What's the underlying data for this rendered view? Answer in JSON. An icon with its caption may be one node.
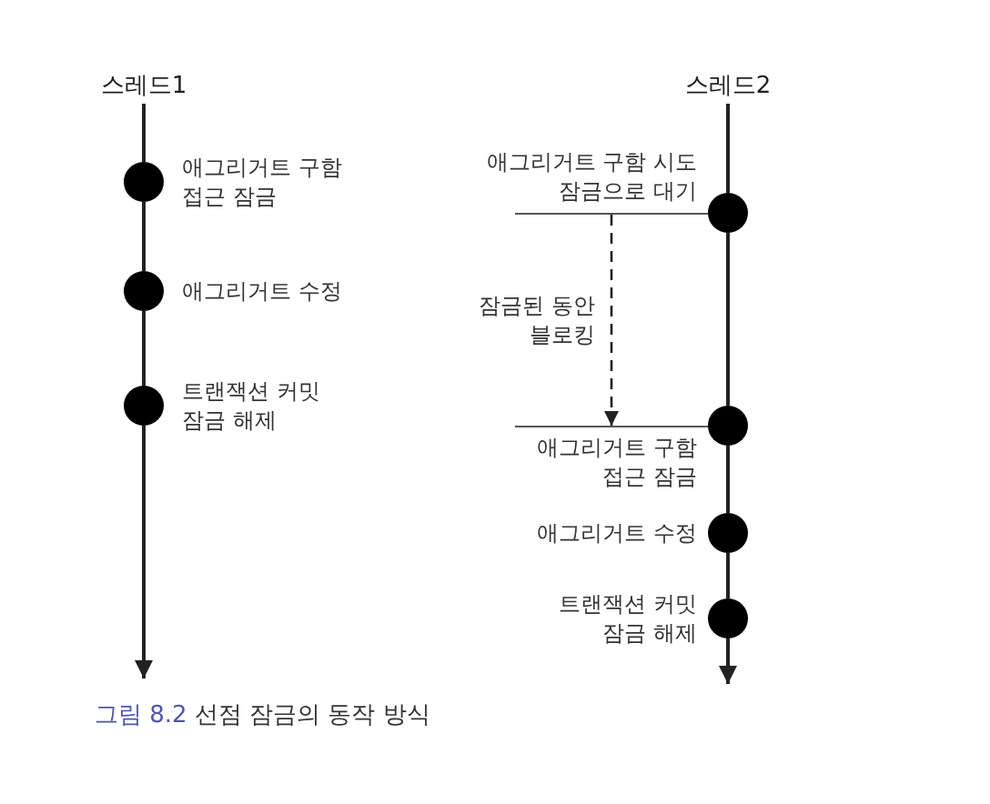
{
  "diagram": {
    "caption": "**그림 8.2** 선점 잠금의 동작 방식",
    "nodes": [
      {
        "text": [
          "스레드1"
        ]
      },
      {
        "text": [],
        "shape": "circle",
        "beside": [
          "애그리거트 구함 접근 잠금"
        ]
      },
      {
        "text": [],
        "shape": "circle",
        "beside": [
          "애그리거트 수정"
        ]
      },
      {
        "text": [],
        "shape": "circle",
        "beside": [
          "트랜잭션 커밋 잠금 해제"
        ]
      },
      {
        "text": [
          "스레드2"
        ]
      },
      {
        "text": [],
        "shape": "line"
      },
      {
        "text": [],
        "shape": "circle",
        "beside": [
          "애그리거트 구함 시도 잠금으로 대기"
        ]
      },
      {
        "text": [],
        "shape": "line"
      },
      {
        "text": [],
        "shape": "circle",
        "beside": [
          "애그리거트 구함 접근 잠금"
        ]
      },
      {
        "text": [],
        "shape": "circle",
        "beside": [
          "애그리거트 수정"
        ]
      },
      {
        "text": [],
        "shape": "circle",
        "beside": [
          "트랜잭션 커밋 잠금 해제"
        ]
      }
    ],
    "edges": [
      {
        "from": 0,
        "to": 1,
        "arrow": "none"
      },
      {
        "from": 1,
        "to": 2,
        "arrow": "none"
      },
      {
        "from": 2,
        "to": 3,
        "arrow": "none"
      },
      {
        "from": 3,
        "to": null,
        "arrow": "to"
      },
      {
        "from": 4,
        "to": 6,
        "arrow": "none"
      },
      {
        "from": 6,
        "to": 8,
        "arrow": "none"
      },
      {
        "from": 8,
        "to": 9,
        "arrow": "none"
      },
      {
        "from": 9,
        "to": 10,
        "arrow": "none"
      },
      {
        "from": 10,
        "to": null,
        "arrow": "to"
      },
      {
        "from": 5,
        "to": 7,
        "arrow": "to",
        "style": "dashed",
        "label": "잠금된 동안 블로킹"
      }
    ]
  }
}
